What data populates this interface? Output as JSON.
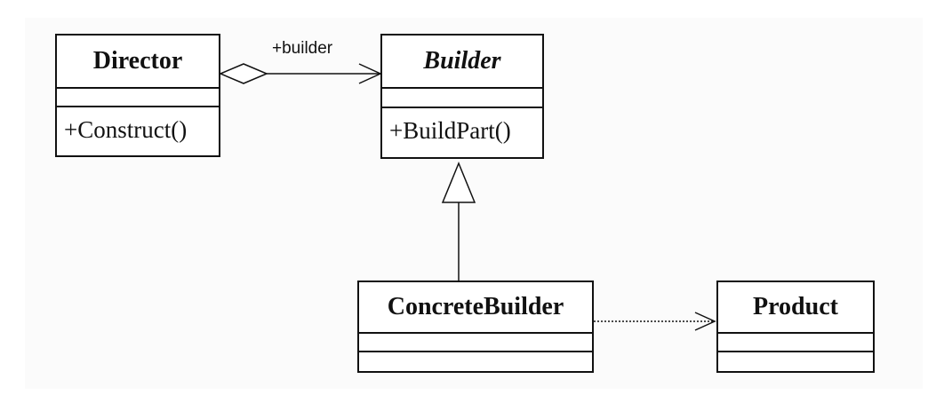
{
  "classes": {
    "director": {
      "name": "Director",
      "operation": "+Construct()"
    },
    "builder": {
      "name": "Builder",
      "operation": "+BuildPart()"
    },
    "concrete_builder": {
      "name": "ConcreteBuilder"
    },
    "product": {
      "name": "Product"
    }
  },
  "relations": {
    "aggregation_role": "+builder"
  },
  "colors": {
    "line": "#111111",
    "background": "#ffffff"
  }
}
